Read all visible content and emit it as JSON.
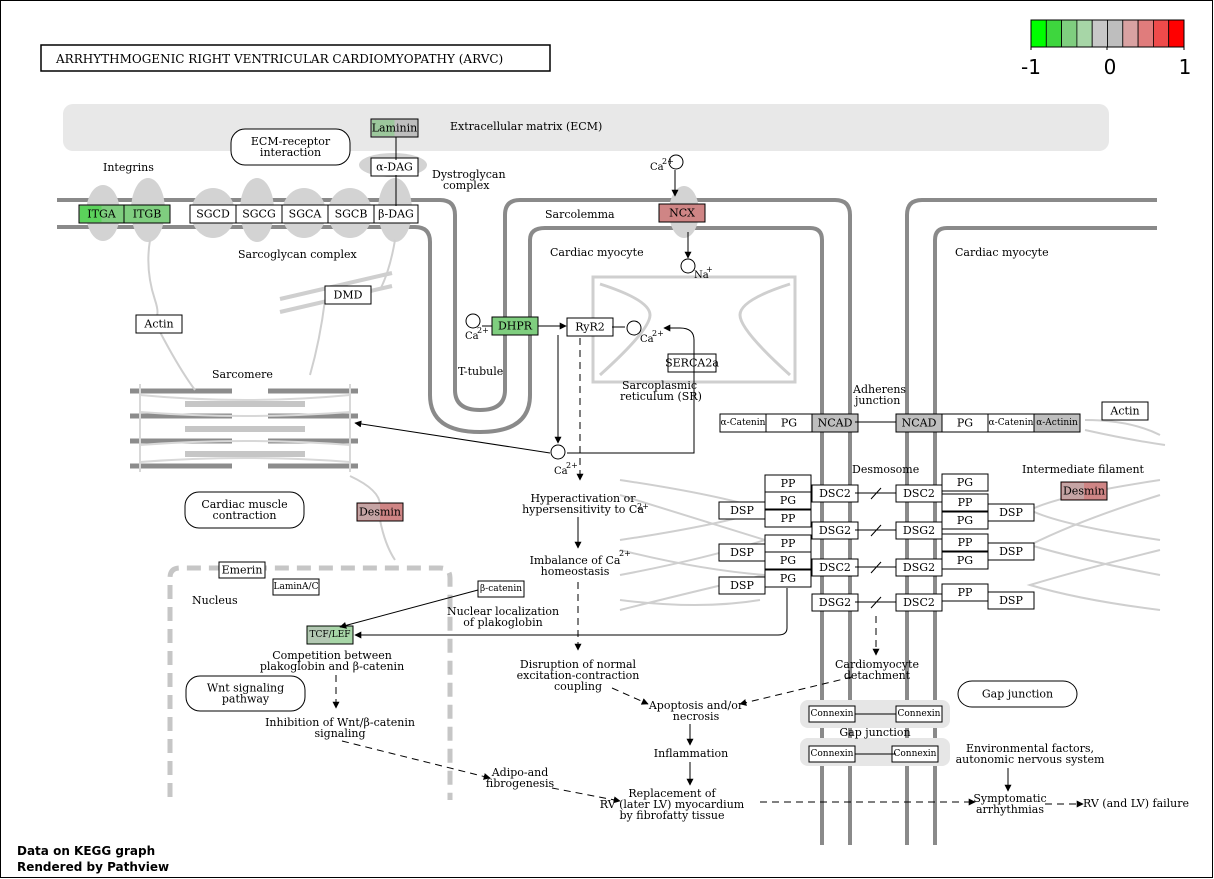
{
  "title": "ARRHYTHMOGENIC  RIGHT  VENTRICULAR  CARDIOMYOPATHY (ARVC)",
  "legend": {
    "min_label": "-1",
    "mid_label": "0",
    "max_label": "1",
    "colors": [
      "#00ff00",
      "#3ed63e",
      "#7fce7f",
      "#a7d6a7",
      "#c8c8c8",
      "#bebebe",
      "#d9a2a2",
      "#e07c7c",
      "#ef4b4b",
      "#ff0000"
    ]
  },
  "footer": {
    "line1": "Data on KEGG graph",
    "line2": "Rendered by  Pathview"
  },
  "regions": {
    "ecm": "Extracellular matrix (ECM)",
    "sarcolemma": "Sarcolemma",
    "cardiac_myocyte_1": "Cardiac myocyte",
    "cardiac_myocyte_2": "Cardiac myocyte",
    "t_tubule": "T-tubule",
    "sr_1": "Sarcoplasmic",
    "sr_2": "reticulum (SR)",
    "sarcomere": "Sarcomere",
    "nucleus": "Nucleus",
    "integrins": "Integrins",
    "sarcoglycan_complex": "Sarcoglycan complex",
    "dystroglycan_1": "Dystroglycan",
    "dystroglycan_2": "complex",
    "adherens_1": "Adherens",
    "adherens_2": "junction",
    "desmosome": "Desmosome",
    "intermediate_filament": "Intermediate filament",
    "gap_junction_inner": "Gap junction"
  },
  "genes": {
    "laminin": {
      "label": "Laminin",
      "color": "#bebebe",
      "accent": "#7fce7f"
    },
    "a_dag": {
      "label": "α-DAG",
      "color": "#ffffff"
    },
    "itga": {
      "label": "ITGA",
      "color": "#7fce7f",
      "accent": "#3ed63e"
    },
    "itgb": {
      "label": "ITGB",
      "color": "#7fce7f"
    },
    "sgcd": {
      "label": "SGCD",
      "color": "#ffffff"
    },
    "sgcg": {
      "label": "SGCG",
      "color": "#ffffff"
    },
    "sgca": {
      "label": "SGCA",
      "color": "#ffffff"
    },
    "sgcb": {
      "label": "SGCB",
      "color": "#ffffff"
    },
    "b_dag": {
      "label": "β-DAG",
      "color": "#ffffff"
    },
    "dmd": {
      "label": "DMD",
      "color": "#ffffff"
    },
    "actin_1": {
      "label": "Actin",
      "color": "#ffffff"
    },
    "ncx": {
      "label": "NCX",
      "color": "#cf8585"
    },
    "dhpr": {
      "label": "DHPR",
      "color": "#7fce7f"
    },
    "ryr2": {
      "label": "RyR2",
      "color": "#ffffff"
    },
    "serca2a": {
      "label": "SERCA2a",
      "color": "#ffffff"
    },
    "desmin_1": {
      "label": "Desmin",
      "color": "#cf8585",
      "accent": "#bebebe"
    },
    "desmin_2": {
      "label": "Desmin",
      "color": "#cf8585",
      "accent": "#bebebe"
    },
    "emerin": {
      "label": "Emerin",
      "color": "#ffffff"
    },
    "lamin": {
      "label": "LaminA/C",
      "color": "#ffffff"
    },
    "b_catenin": {
      "label": "β-catenin",
      "color": "#ffffff"
    },
    "tcf_lef": {
      "label": "TCF/LEF",
      "color": "#a7d6a7",
      "accent": "#bebebe"
    },
    "a_catenin_1": {
      "label": "α-Catenin",
      "color": "#ffffff"
    },
    "pg_1": {
      "label": "PG",
      "color": "#ffffff"
    },
    "ncad_1": {
      "label": "NCAD",
      "color": "#bebebe"
    },
    "ncad_2": {
      "label": "NCAD",
      "color": "#bebebe"
    },
    "pg_2": {
      "label": "PG",
      "color": "#ffffff"
    },
    "a_catenin_2": {
      "label": "α-Catenin",
      "color": "#ffffff"
    },
    "a_actinin": {
      "label": "α-Actinin",
      "color": "#bebebe"
    },
    "actin_2": {
      "label": "Actin",
      "color": "#ffffff"
    },
    "connexin_1": {
      "label": "Connexin",
      "color": "#ffffff"
    },
    "connexin_2": {
      "label": "Connexin",
      "color": "#ffffff"
    },
    "connexin_3": {
      "label": "Connexin",
      "color": "#ffffff"
    },
    "connexin_4": {
      "label": "Connexin",
      "color": "#ffffff"
    }
  },
  "desmosome_boxes": {
    "pp": "PP",
    "pg": "PG",
    "dsp": "DSP",
    "dsc2": "DSC2",
    "dsg2": "DSG2"
  },
  "links": {
    "ecm_receptor": [
      "ECM-receptor",
      "interaction"
    ],
    "cardiac_muscle": [
      "Cardiac muscle",
      "contraction"
    ],
    "wnt": [
      "Wnt signaling",
      "pathway"
    ],
    "gap_junction": [
      "Gap junction"
    ]
  },
  "ions": {
    "ca": "Ca",
    "charge_2": "2+",
    "na": "Na",
    "charge_1": "+"
  },
  "processes": {
    "hyperactivation": [
      "Hyperactivation or",
      "hypersensitivity to Ca"
    ],
    "imbalance": [
      "Imbalance of Ca",
      "homeostasis"
    ],
    "nuclear_localization": [
      "Nuclear localization",
      "of plakoglobin"
    ],
    "competition": [
      "Competition between",
      "plakoglobin and β-catenin"
    ],
    "inhibition": [
      "Inhibition of Wnt/β-catenin",
      "signaling"
    ],
    "disruption": [
      "Disruption of normal",
      "excitation-contraction",
      "coupling"
    ],
    "apoptosis": [
      "Apoptosis and/or",
      "necrosis"
    ],
    "inflammation": [
      "Inflammation"
    ],
    "detachment": [
      "Cardiomyocyte",
      "detachment"
    ],
    "adipo": [
      "Adipo-and",
      "fibrogenesis"
    ],
    "replacement": [
      "Replacement of",
      "RV (later LV) myocardium",
      "by fibrofatty tissue"
    ],
    "environmental": [
      "Environmental factors,",
      "autonomic nervous system"
    ],
    "symptomatic": [
      "Symptomatic",
      "arrhythmias"
    ],
    "failure": [
      "RV (and LV) failure"
    ]
  }
}
